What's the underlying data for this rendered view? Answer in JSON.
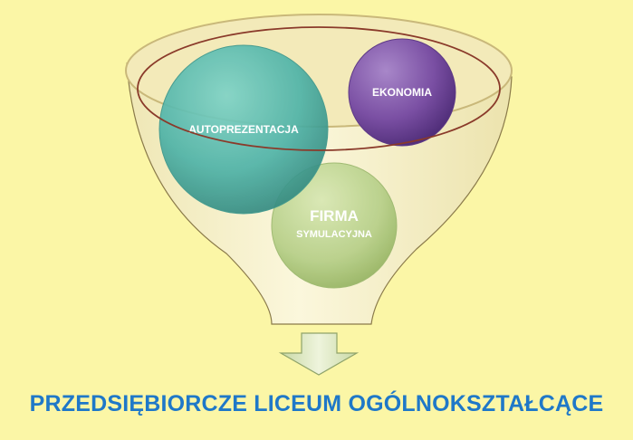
{
  "colors": {
    "background": "#fbf6a6",
    "funnel_fill": "#f6f0c2",
    "funnel_outline": "#8a3a2a",
    "ekonomia": "#7a4fa3",
    "autoprezentacja": "#4fb3a8",
    "firma": "#b8d08a",
    "arrow": "#dbe7c0",
    "title": "#1f78c8"
  },
  "icons": {
    "funnel": "funnel-icon",
    "arrow": "arrow-down-icon"
  },
  "bubbles": {
    "ekonomia": {
      "label": "EKONOMIA"
    },
    "autoprezentacja": {
      "label": "AUTOPREZENTACJA"
    },
    "firma": {
      "label": "FIRMA",
      "sublabel": "SYMULACYJNA"
    }
  },
  "title": "PRZEDSIĘBIORCZE LICEUM OGÓLNOKSZTAŁCĄCE"
}
